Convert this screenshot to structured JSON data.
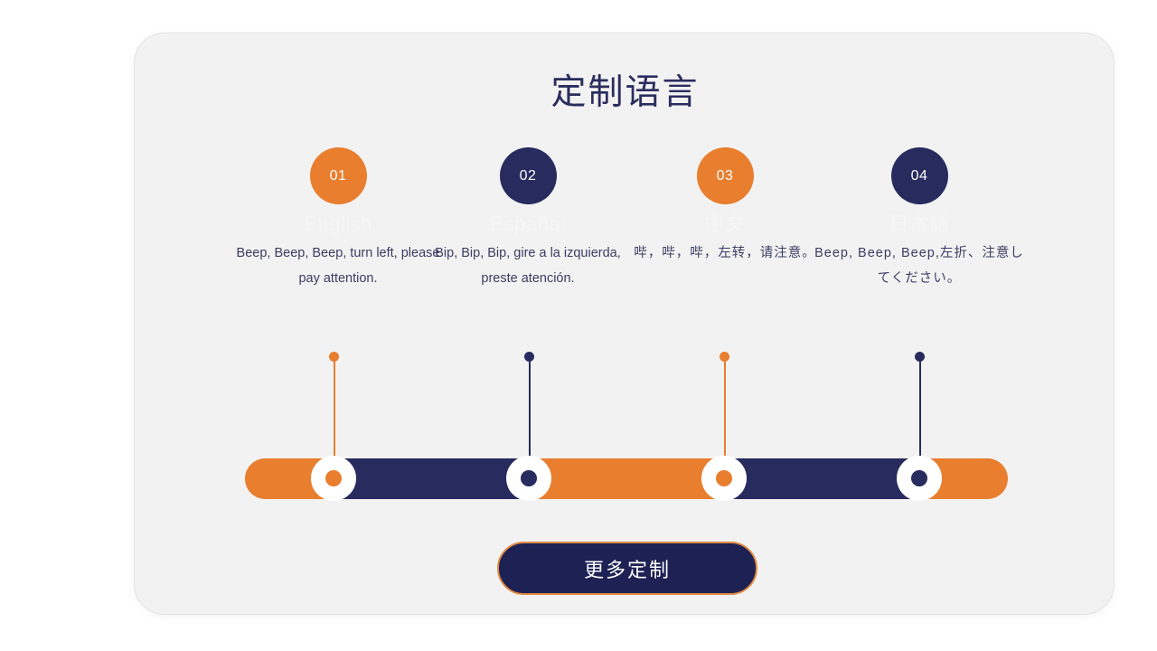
{
  "page": {
    "title": "定制语言",
    "background_color": "#ffffff",
    "card_color": "#f2f2f2"
  },
  "theme": {
    "orange": "#e87e2e",
    "navy": "#282b5e",
    "title_color": "#2a2d5e",
    "text_color": "#3b3d63",
    "label_color": "#f6f6f6"
  },
  "steps": [
    {
      "number": "01",
      "color": "orange",
      "language": "English",
      "phrase": "Beep, Beep, Beep, turn left, please pay attention."
    },
    {
      "number": "02",
      "color": "navy",
      "language": "Español",
      "phrase": "Bip, Bip, Bip, gire a la izquierda, preste atención."
    },
    {
      "number": "03",
      "color": "orange",
      "language": "中文",
      "phrase": "哔，哔，哔，左转，请注意。"
    },
    {
      "number": "04",
      "color": "navy",
      "language": "日本語",
      "phrase": "Beep, Beep, Beep,左折、注意してください。"
    }
  ],
  "timeline": {
    "segments": [
      "orange",
      "navy",
      "orange",
      "navy",
      "orange"
    ],
    "markers": [
      "orange",
      "navy",
      "orange",
      "navy"
    ]
  },
  "cta": {
    "label": "更多定制"
  }
}
